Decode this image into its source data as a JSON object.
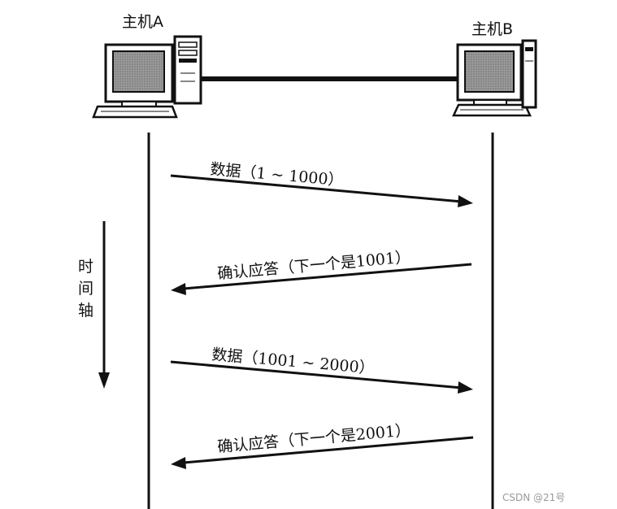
{
  "hosts": {
    "a": {
      "label": "主机A"
    },
    "b": {
      "label": "主机B"
    }
  },
  "time_axis": {
    "chars": [
      "时",
      "间",
      "轴"
    ]
  },
  "messages": [
    {
      "label": "数据（1 ~ 1000）",
      "direction": "a-to-b"
    },
    {
      "label": "确认应答（下一个是1001）",
      "direction": "b-to-a"
    },
    {
      "label": "数据（1001 ~ 2000）",
      "direction": "a-to-b"
    },
    {
      "label": "确认应答（下一个是2001）",
      "direction": "b-to-a"
    }
  ],
  "watermark": "CSDN @21号",
  "colors": {
    "line": "#111111",
    "screen": "#8a8a8a",
    "watermark": "#9a9a9a"
  }
}
